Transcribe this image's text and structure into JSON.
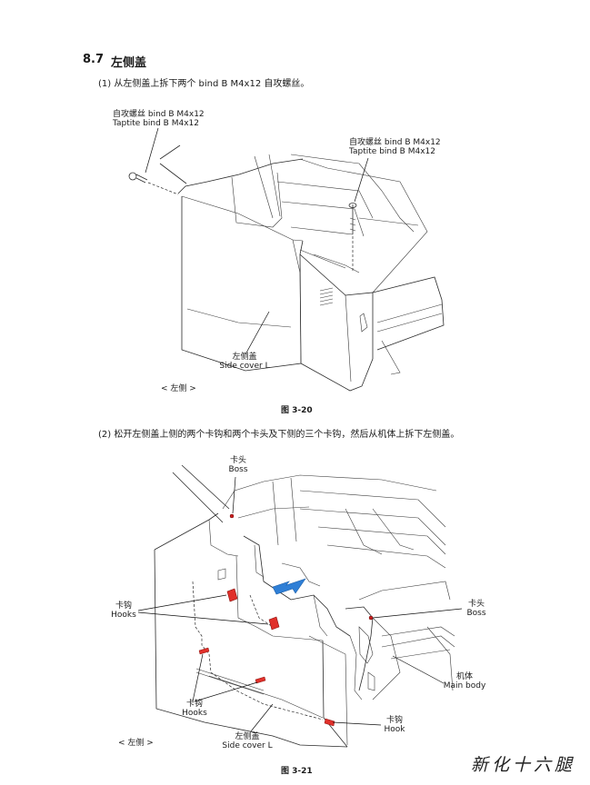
{
  "section": {
    "number": "8.7",
    "title": "左侧盖"
  },
  "step1": {
    "text": "(1)  从左侧盖上拆下两个 bind B M4x12 自攻螺丝。",
    "screw_left": {
      "cn": "自攻螺丝  bind B M4x12",
      "en": "Taptite  bind B M4x12"
    },
    "screw_right": {
      "cn": "自攻螺丝  bind B M4x12",
      "en": "Taptite  bind B M4x12"
    },
    "side_cover": {
      "cn": "左侧盖",
      "en": "Side cover L"
    },
    "view_label": "< 左侧 >",
    "caption": "图 3-20"
  },
  "step2": {
    "text": "(2)  松开左侧盖上侧的两个卡钩和两个卡头及下侧的三个卡钩，然后从机体上拆下左侧盖。",
    "boss_top": {
      "cn": "卡头",
      "en": "Boss"
    },
    "hooks_left": {
      "cn": "卡钩",
      "en": "Hooks"
    },
    "boss_right": {
      "cn": "卡头",
      "en": "Boss"
    },
    "hooks_bottom": {
      "cn": "卡钩",
      "en": "Hooks"
    },
    "main_body": {
      "cn": "机体",
      "en": "Main body"
    },
    "hook_right": {
      "cn": "卡钩",
      "en": "Hook"
    },
    "side_cover": {
      "cn": "左侧盖",
      "en": "Side cover L"
    },
    "view_label": "< 左侧 >",
    "caption": "图 3-21"
  },
  "watermark": "新化十六腿",
  "colors": {
    "hook_red": "#e0302a",
    "arrow_blue": "#2f7fd6",
    "line": "#2a2a2a"
  }
}
